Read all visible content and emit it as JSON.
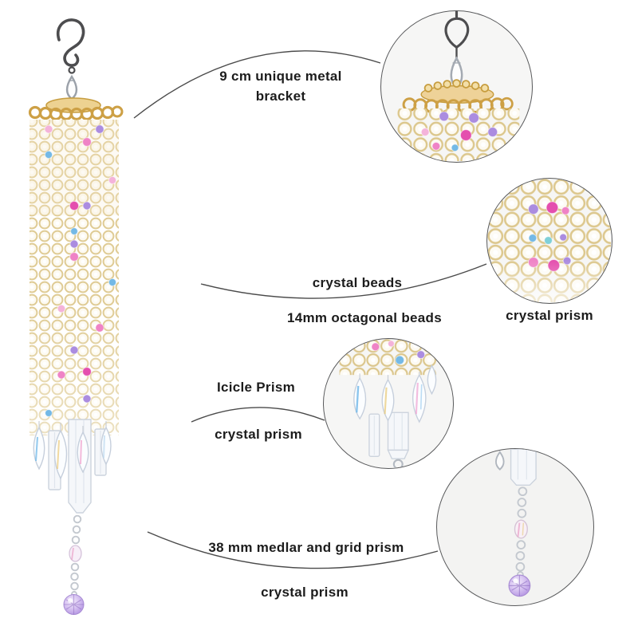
{
  "callouts": {
    "bracket": {
      "label": "9 cm unique metal bracket"
    },
    "beads": {
      "title": "crystal beads",
      "subtitle": "14mm octagonal beads",
      "caption": "crystal prism"
    },
    "icicle": {
      "title": "Icicle Prism",
      "subtitle": "crystal prism"
    },
    "bottom_prism": {
      "title": "38 mm medlar and grid prism",
      "caption": "crystal prism"
    }
  },
  "colors": {
    "background": "#ffffff",
    "text": "#1c1c1c",
    "connector_line": "#4a4a4a",
    "circle_border": "#58595b",
    "gold": "#cda045",
    "bead_ring": "#dfcb94",
    "accent_hot_pink": "#e44fae",
    "accent_pink": "#ef83c6",
    "accent_lavender": "#ab8ce0",
    "accent_blue": "#74b9e6",
    "crystal_ball_purple": "#b795e3"
  }
}
